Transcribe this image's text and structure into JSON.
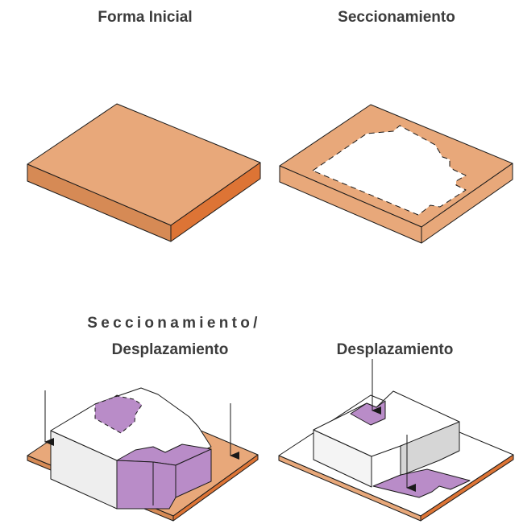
{
  "panels": [
    {
      "id": "initial",
      "title": "Forma Inicial"
    },
    {
      "id": "section",
      "title": "Seccionamiento"
    },
    {
      "id": "section-displace",
      "title_line1": "Seccionamiento/",
      "title_line2": "Desplazamiento"
    },
    {
      "id": "displace",
      "title": "Desplazamiento"
    }
  ],
  "colors": {
    "slab_top": "#e8a87a",
    "slab_front": "#d68a55",
    "slab_right": "#dd7435",
    "void_purple": "#b98cc8",
    "mass_white": "#ffffff",
    "mass_grey": "#d6d6d6",
    "outline": "#1a1a1a"
  }
}
